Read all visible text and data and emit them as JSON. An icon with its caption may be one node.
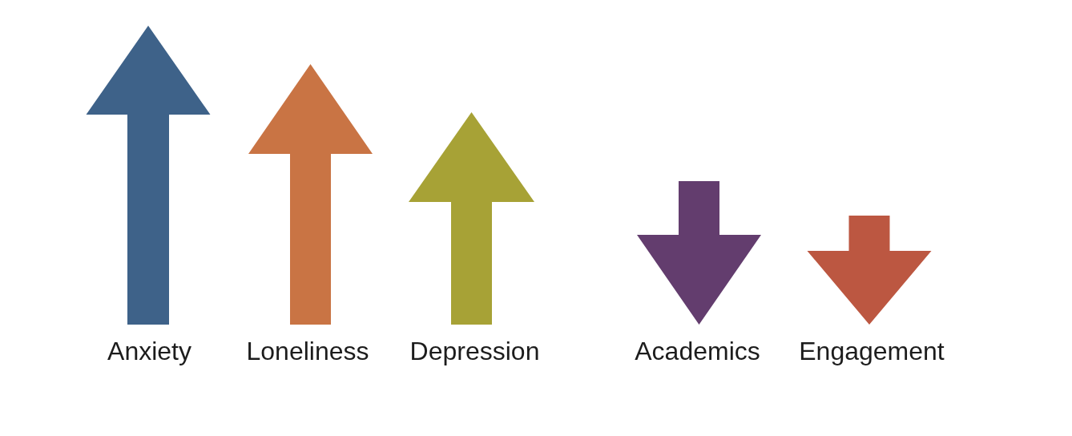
{
  "diagram": {
    "labels": [
      "Anxiety",
      "Loneliness",
      "Depression",
      "Academics",
      "Engagement"
    ]
  }
}
